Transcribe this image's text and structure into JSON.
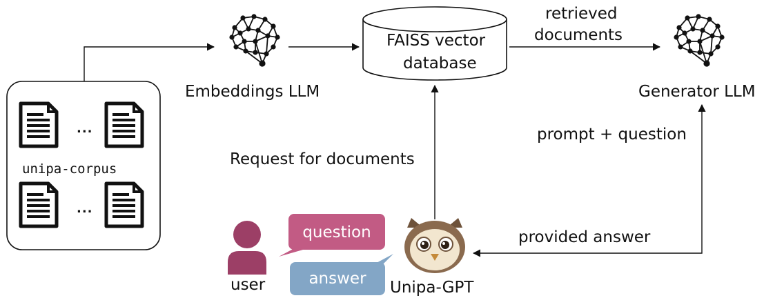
{
  "corpus": {
    "name": "unipa-corpus",
    "ellipsis_top": "...",
    "ellipsis_bottom": "..."
  },
  "nodes": {
    "embeddings_llm": "Embeddings LLM",
    "vector_db_line1": "FAISS vector",
    "vector_db_line2": "database",
    "generator_llm": "Generator LLM",
    "assistant": "Unipa-GPT",
    "user": "user"
  },
  "edges": {
    "retrieved_line1": "retrieved",
    "retrieved_line2": "documents",
    "prompt_question": "prompt + question",
    "request_documents": "Request for documents",
    "provided_answer": "provided answer"
  },
  "bubbles": {
    "question": "question",
    "answer": "answer"
  },
  "colors": {
    "question_bubble": "#c25b84",
    "answer_bubble": "#83a6c6",
    "user_icon": "#9c3f66",
    "owl_body": "#8a6a4e",
    "owl_face": "#f2e6cf"
  }
}
